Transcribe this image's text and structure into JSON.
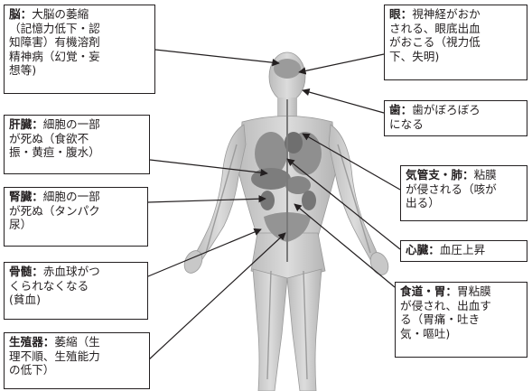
{
  "colors": {
    "ink": "#231f20",
    "figure": "#c9c9c9",
    "organ": "#8a8a8a"
  },
  "figure": {
    "description_icon": "human-anatomy-figure"
  },
  "boxes": {
    "brain": {
      "title": "脳",
      "sep": "：",
      "lines": [
        "大脳の萎縮",
        "（記憶力低下・認",
        "知障害）有機溶剤",
        "精神病（幻覚・妄",
        "想等)"
      ]
    },
    "liver": {
      "title": "肝臓",
      "sep": "：",
      "lines": [
        "細胞の一部",
        "が死ぬ（食欲不",
        "振・黄疸・腹水）"
      ]
    },
    "kidney": {
      "title": "腎臓",
      "sep": "：",
      "lines": [
        "細胞の一部",
        "が死ぬ（タンパク",
        "尿）"
      ]
    },
    "marrow": {
      "title": "骨髄",
      "sep": "：",
      "lines": [
        "赤血球がつ",
        "くられなくなる",
        "(貧血)"
      ]
    },
    "repro": {
      "title": "生殖器",
      "sep": "：",
      "lines": [
        "萎縮（生",
        "理不順、生殖能力",
        "の低下）"
      ]
    },
    "eye": {
      "title": "眼",
      "sep": "：",
      "lines": [
        "視神経がおか",
        "される、眼底出血",
        "がおこる（視力低",
        "下、失明)"
      ]
    },
    "teeth": {
      "title": "歯",
      "sep": "：",
      "lines": [
        "歯がぼろぼろ",
        "になる"
      ]
    },
    "lung": {
      "title": "気管支・肺",
      "sep": "：",
      "lines": [
        "粘膜",
        "が侵される（咳が",
        "出る）"
      ]
    },
    "heart": {
      "title": "心臓",
      "sep": "：",
      "lines": [
        "血圧上昇"
      ]
    },
    "stomach": {
      "title": "食道・胃",
      "sep": "：",
      "lines": [
        "胃粘膜",
        "が侵され、出血す",
        "る（胃痛・吐き",
        "気・嘔吐)"
      ]
    }
  }
}
